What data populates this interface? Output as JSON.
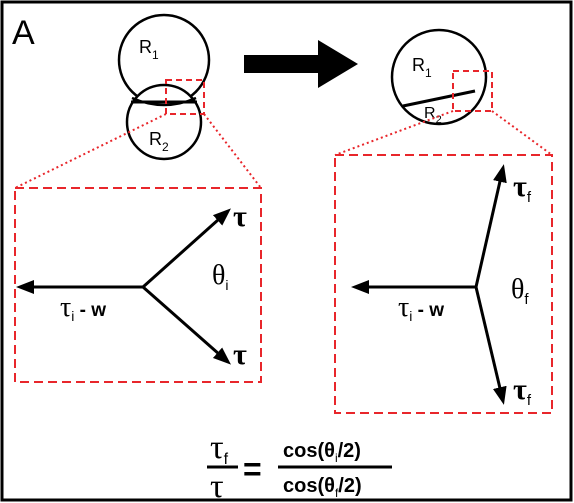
{
  "panel": {
    "label": "A"
  },
  "initial_doublet": {
    "large_cell": {
      "name": "R",
      "sub": "1"
    },
    "small_cell": {
      "name": "R",
      "sub": "2"
    }
  },
  "final_doublet": {
    "large_cell": {
      "name": "R",
      "sub": "1"
    },
    "small_cell": {
      "name": "R",
      "sub": "2"
    }
  },
  "left_zoom": {
    "tension_top": {
      "name": "τ"
    },
    "tension_bottom": {
      "name": "τ"
    },
    "tension_left": {
      "name": "τ",
      "sub": "i",
      "suffix": " - w"
    },
    "angle": {
      "name": "θ",
      "sub": "i"
    }
  },
  "right_zoom": {
    "tension_top": {
      "name": "τ",
      "sub": "f"
    },
    "tension_bottom": {
      "name": "τ",
      "sub": "f"
    },
    "tension_left": {
      "name": "τ",
      "sub": "i",
      "suffix": " - w"
    },
    "angle": {
      "name": "θ",
      "sub": "f"
    }
  },
  "equation": {
    "lhs_num": {
      "name": "τ",
      "sub": "f"
    },
    "lhs_den": {
      "name": "τ"
    },
    "equals": "=",
    "rhs_num": {
      "pre": "cos(θ",
      "sub": "i",
      "post": "/2)"
    },
    "rhs_den": {
      "pre": "cos(θ",
      "sub": "f",
      "post": "/2)"
    }
  },
  "colors": {
    "frame": "#000000",
    "zoom_box": "#e8262b",
    "arrow": "#000000"
  }
}
